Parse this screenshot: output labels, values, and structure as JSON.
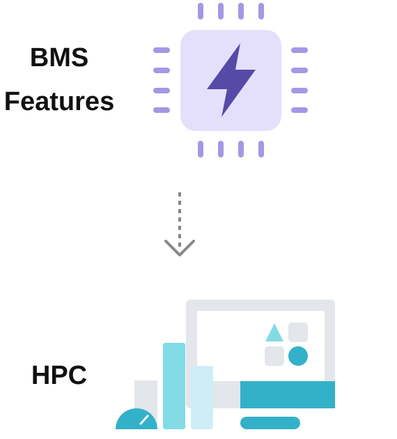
{
  "diagram": {
    "top_label_line1": "BMS",
    "top_label_line2": "Features",
    "bottom_label": "HPC"
  },
  "icons": {
    "top": "chip-lightning-icon",
    "arrow": "dotted-down-arrow-icon",
    "bottom": "dashboard-analytics-icon"
  },
  "colors": {
    "chip_fill": "#e4e0fb",
    "chip_pins": "#a398e6",
    "lightning": "#554aa6",
    "arrow": "#888888",
    "teal": "#33b1c8",
    "light_teal": "#82dbe5",
    "pale_teal": "#cdeef4",
    "gray": "#e3e6ea"
  }
}
